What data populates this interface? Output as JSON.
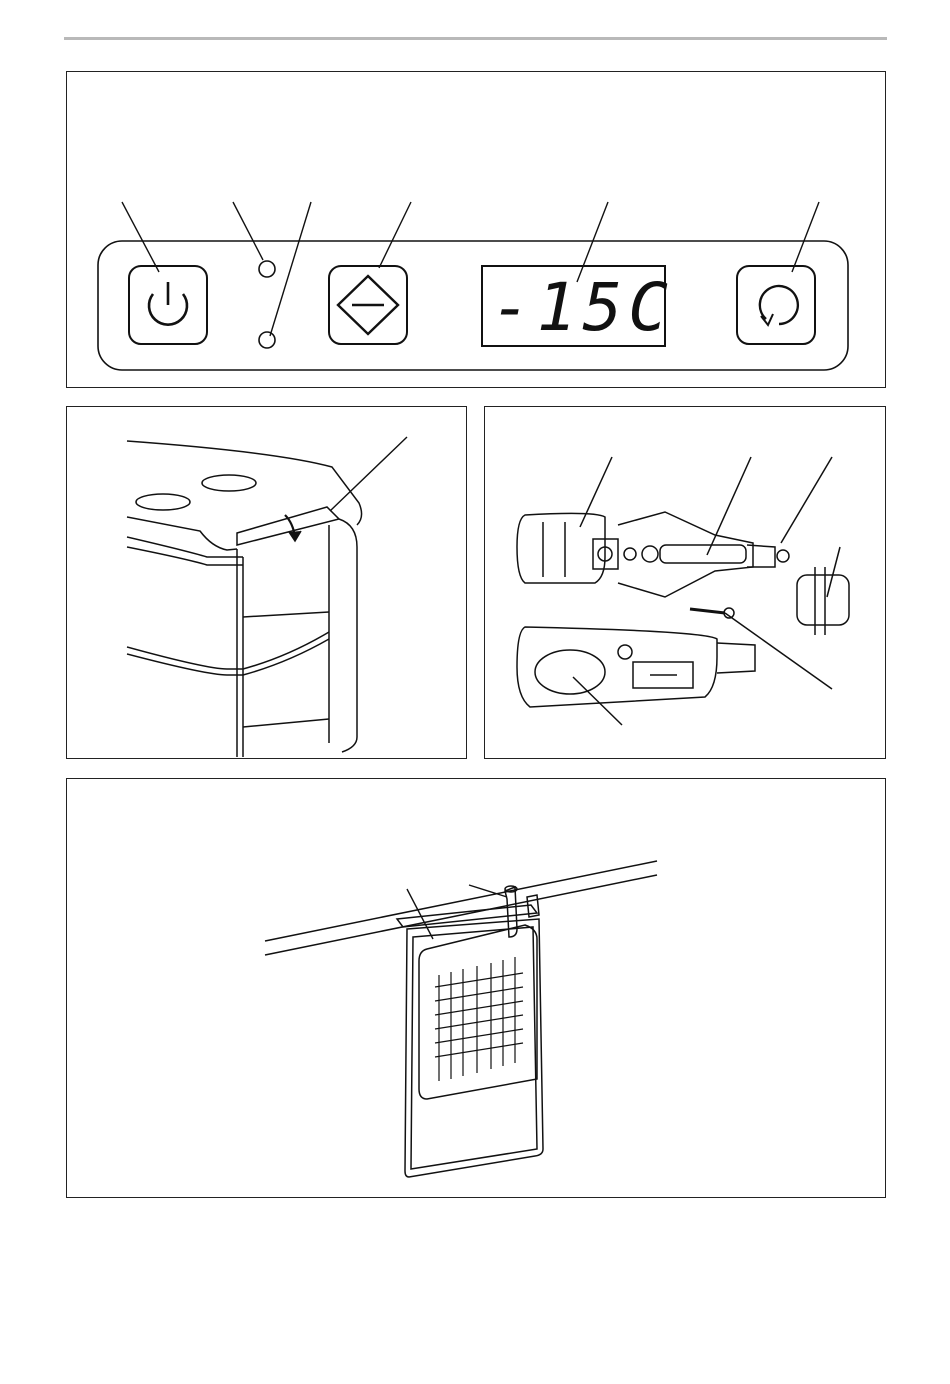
{
  "figure": {
    "panel_control": {
      "display_reading": "-15C",
      "controls": [
        "power-button",
        "indicator-led-top",
        "indicator-led-bottom",
        "set-button",
        "temperature-display",
        "cycle-button"
      ]
    },
    "panel_lid": {
      "parts": [
        "cooler-lid",
        "lid-latch"
      ]
    },
    "panel_plug": {
      "parts": [
        "plug-housing",
        "fuse",
        "plug-tip",
        "adapter-ring",
        "screw",
        "plug-grip"
      ]
    },
    "panel_hanger": {
      "parts": [
        "hanging-pocket",
        "hanger-rod",
        "clip"
      ]
    }
  }
}
